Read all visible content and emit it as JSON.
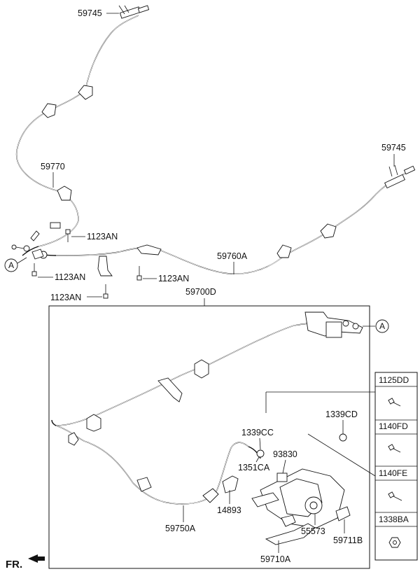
{
  "diagram": {
    "labels": {
      "l59745_top": "59745",
      "l59745_right": "59745",
      "l59770": "59770",
      "l1123an_a": "1123AN",
      "l1123an_b": "1123AN",
      "l1123an_c": "1123AN",
      "l1123an_d": "1123AN",
      "l59760a": "59760A",
      "l59700d": "59700D",
      "l1339cc": "1339CC",
      "l1339cd": "1339CD",
      "l93830": "93830",
      "l1351ca": "1351CA",
      "l14893": "14893",
      "l59750a": "59750A",
      "l55573": "55573",
      "l59711b": "59711B",
      "l59710a": "59710A",
      "callout_a_left": "A",
      "callout_a_right": "A",
      "fr": "FR."
    },
    "legend": [
      "1125DD",
      "1140FD",
      "1140FE",
      "1338BA"
    ]
  }
}
